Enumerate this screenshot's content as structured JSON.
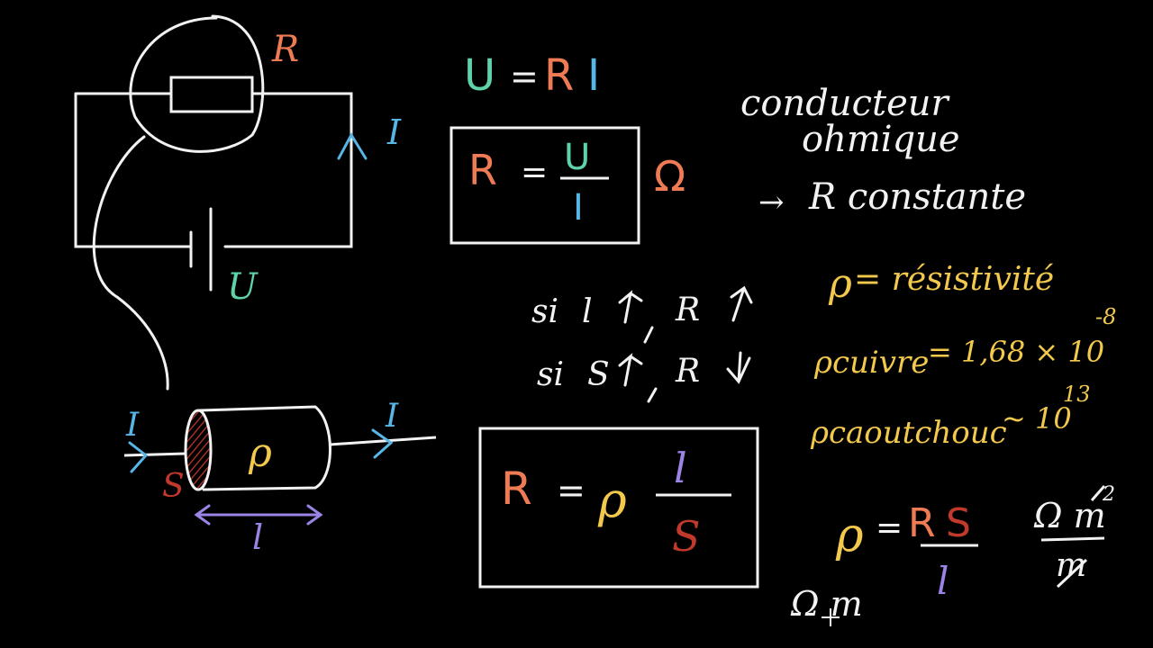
{
  "colors": {
    "background": "#000000",
    "chalk": "#f2f2f2",
    "resistance": "#ef7b55",
    "voltage": "#5fd3a8",
    "current": "#57b6e6",
    "resistivity": "#f2c94c",
    "length": "#9b84e6",
    "section": "#c0392b"
  },
  "icons": {
    "cursor": "crosshair-cursor-icon"
  },
  "circuit": {
    "resistor_label": "R",
    "current_label": "I",
    "voltage_label": "U"
  },
  "ohm_law": {
    "U": "U",
    "eq": "=",
    "RI": "R",
    "I": "I"
  },
  "resistance_box": {
    "R": "R",
    "eq": "=",
    "num": "U",
    "den": "I",
    "unit": "Ω"
  },
  "ohmic": {
    "line1": "conducteur",
    "line2": "ohmique",
    "arrow": "→",
    "consequence": "R constante"
  },
  "variations": {
    "row1": {
      "si": "si",
      "var": "l",
      "R": "R"
    },
    "row2": {
      "si": "si",
      "var": "S",
      "R": "R"
    }
  },
  "conductor": {
    "current_in": "I",
    "current_out": "I",
    "rho": "ρ",
    "section": "S",
    "length": "l"
  },
  "formula_box": {
    "R": "R",
    "eq": "=",
    "rho": "ρ",
    "num": "l",
    "den": "S"
  },
  "resistivity": {
    "definition_rho": "ρ",
    "definition_text": "= résistivité",
    "copper_label": "ρcuivre",
    "copper_value": "= 1,68 × 10",
    "copper_exp": "-8",
    "rubber_label": "ρcaoutchouc",
    "rubber_value": "~ 10",
    "rubber_exp": "13"
  },
  "rho_formula": {
    "rho": "ρ",
    "eq": "=",
    "R": "R",
    "S": "S",
    "den": "l"
  },
  "units": {
    "num": "Ω m",
    "num_sup": "2",
    "den": "m",
    "result": "Ω m"
  }
}
